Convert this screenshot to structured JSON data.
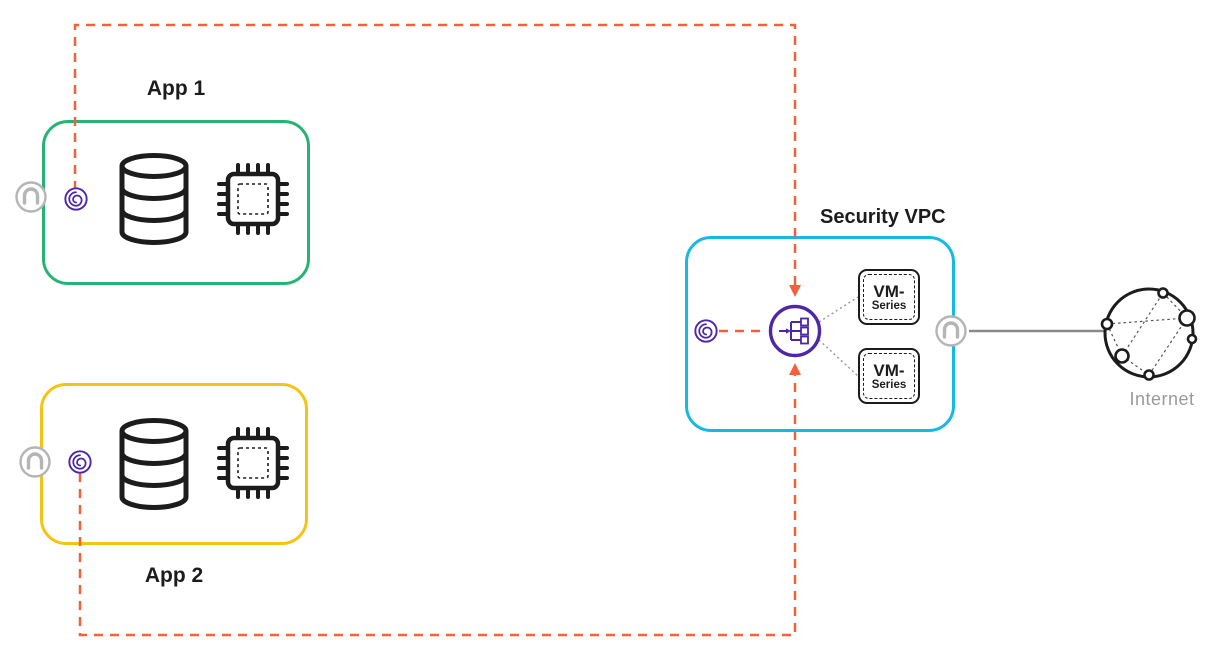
{
  "nodes": {
    "app1": {
      "label": "App 1"
    },
    "app2": {
      "label": "App 2"
    },
    "security_vpc": {
      "label": "Security VPC"
    },
    "vm_top": {
      "line1": "VM-",
      "line2": "Series"
    },
    "vm_bottom": {
      "line1": "VM-",
      "line2": "Series"
    },
    "internet": {
      "label": "Internet"
    }
  },
  "icons": {
    "database": "database-cylinder-icon",
    "chip": "processor-chip-icon",
    "endpoint": "purple-spiral-endpoint-icon",
    "network_interface": "gray-arch-interface-icon",
    "gateway_load_balancer": "purple-circle-gateway-icon",
    "internet": "globe-network-icon"
  },
  "colors": {
    "app1_border": "#27b376",
    "app2_border": "#f4c414",
    "security_vpc_border": "#15b9e3",
    "flow_dashed": "#f2603c",
    "endpoint_purple": "#4d27a8",
    "interface_gray": "#b5b5b5",
    "ink": "#1c1c1c",
    "internet_label_gray": "#9a9a9a",
    "internet_link_gray": "#8a8a8a",
    "dotted_connector_gray": "#9a9a9a"
  }
}
